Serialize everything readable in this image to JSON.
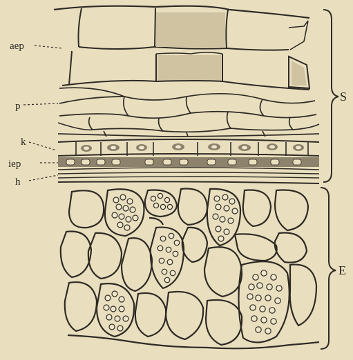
{
  "figure": {
    "labels": {
      "aep": "aep",
      "p": "p",
      "k": "k",
      "iep": "iep",
      "h": "h"
    },
    "regions": {
      "upper": "S",
      "lower": "E"
    }
  },
  "colors": {
    "paper": "#e9dfbf",
    "ink": "#2f2a24",
    "shade": "#cfc3a2",
    "dark_layer": "#8d826b",
    "starch_cell_fill": "#efe7cc"
  }
}
